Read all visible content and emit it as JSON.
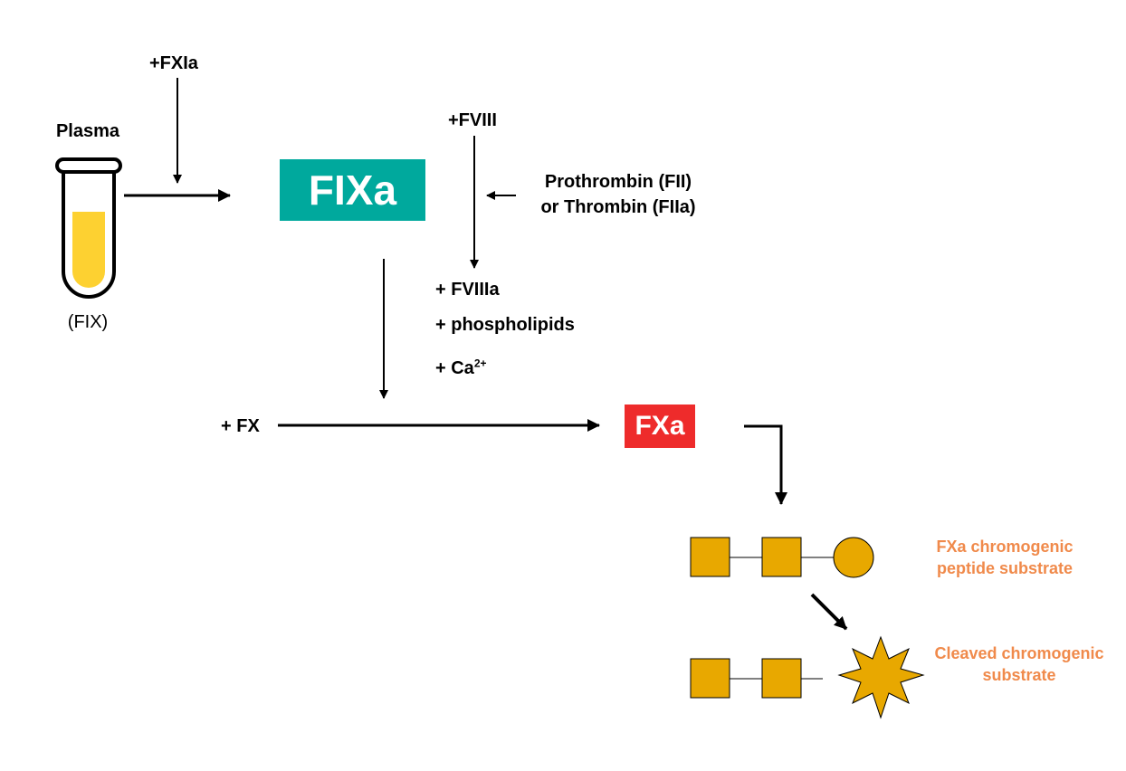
{
  "tube": {
    "label": "Plasma",
    "sublabel": "(FIX)",
    "fill_color": "#fdd131"
  },
  "activators": {
    "fxia": "+FXIa",
    "fviii": "+FVIII",
    "thrombin_line1": "Prothrombin (FII)",
    "thrombin_line2": "or Thrombin (FIIa)"
  },
  "fixa_box": {
    "label": "FIXa",
    "color": "#00a99d"
  },
  "cofactors": {
    "fviiia": "+ FVIIIa",
    "phospholipids": "+ phospholipids",
    "calcium_base": "+ Ca",
    "calcium_sup": "2+"
  },
  "fx": "+ FX",
  "fxa_box": {
    "label": "FXa",
    "color": "#ee2b2b"
  },
  "substrate": {
    "intact_line1": "FXa chromogenic",
    "intact_line2": "peptide substrate",
    "cleaved_line1": "Cleaved chromogenic",
    "cleaved_line2": "substrate",
    "label_color": "#f08a4b",
    "shape_color": "#e8a800"
  }
}
